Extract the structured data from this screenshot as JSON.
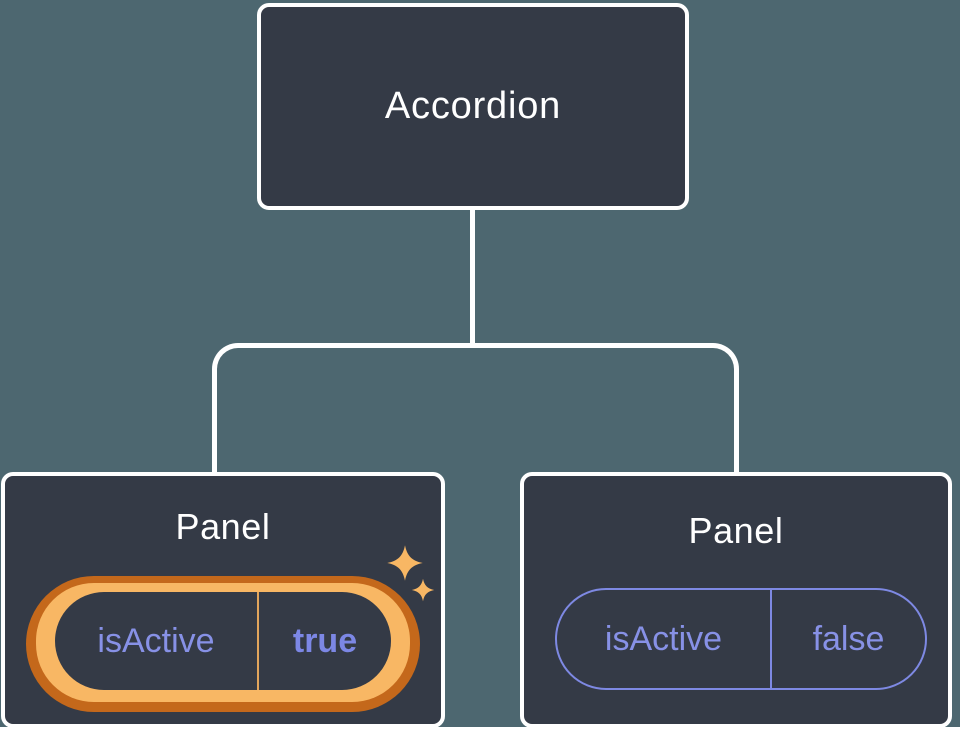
{
  "diagram": {
    "root": {
      "label": "Accordion"
    },
    "panels": [
      {
        "title": "Panel",
        "highlighted": true,
        "prop": {
          "name": "isActive",
          "value": "true"
        }
      },
      {
        "title": "Panel",
        "highlighted": false,
        "prop": {
          "name": "isActive",
          "value": "false"
        }
      }
    ]
  },
  "icons": {
    "sparkle_large": "sparkle-icon",
    "sparkle_small": "sparkle-icon"
  },
  "colors": {
    "background": "#4D6770",
    "node_fill": "#343A46",
    "node_border": "#FFFFFF",
    "title_text": "#FFFFFF",
    "prop_text": "#8791E6",
    "prop_value_active_text": "#7C87E5",
    "pill_border_inactive": "#7E89E3",
    "highlight_gold": "#F8B764",
    "highlight_dark_orange": "#C4681B",
    "highlight_divider": "#E2A55C"
  }
}
